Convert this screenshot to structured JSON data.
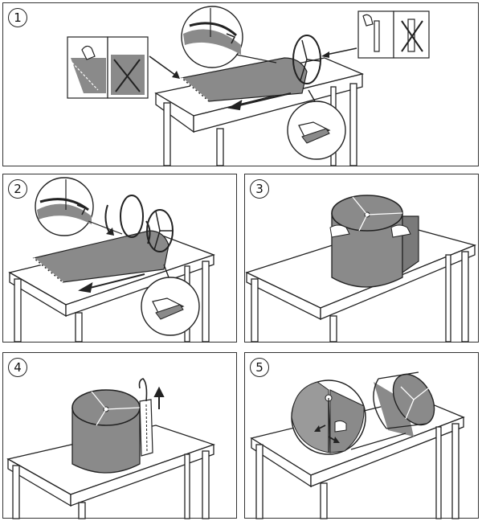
{
  "steps": [
    {
      "number": "1"
    },
    {
      "number": "2"
    },
    {
      "number": "3"
    },
    {
      "number": "4"
    },
    {
      "number": "5"
    }
  ],
  "colors": {
    "line": "#222222",
    "fabric": "#8a8a8a",
    "fabric_dark": "#6f6f6f",
    "table": "#ffffff"
  }
}
